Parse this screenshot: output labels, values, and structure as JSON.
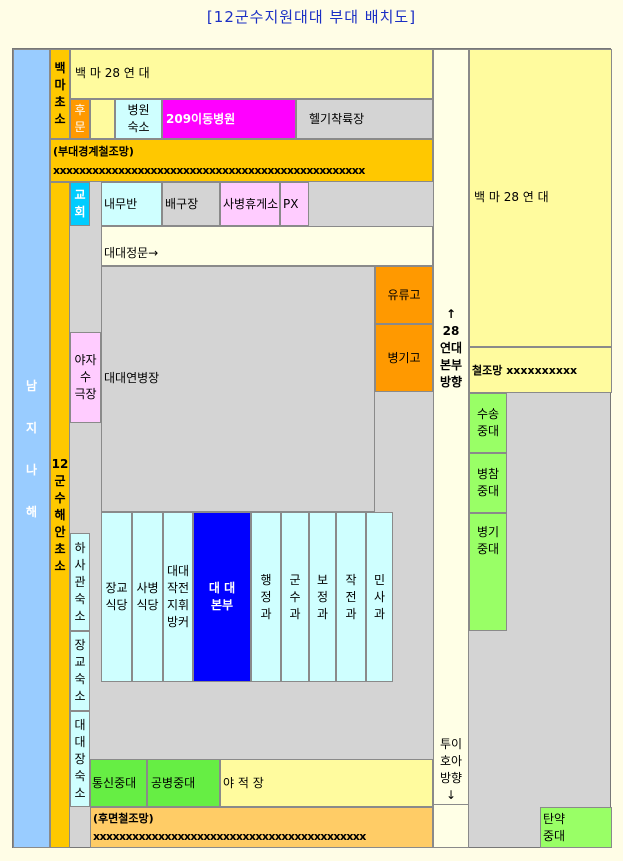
{
  "title": "[12군수지원대대 부대 배치도]",
  "colors": {
    "background": "#fffde6",
    "frame": "#d4d4d4",
    "title": "#1b2fc4",
    "yellow": "#fffb9e",
    "orange_yellow": "#ffc800",
    "light_yellow": "#ffffe6",
    "cyan": "#cfffff",
    "magenta": "#ff00ff",
    "pink": "#ffccff",
    "blue": "#0000ff",
    "orange": "#ff9900",
    "green": "#99ff66",
    "light_green": "#b8ff9a",
    "sky_blue": "#99ccff",
    "peach": "#ffcc66"
  },
  "areas": {
    "namjinahae": "남\n지\n나\n해",
    "baekma_post": "백\n마\n초\n소",
    "baekma_28_top": "백 마 28 연 대",
    "hummun": "후\n문",
    "hospital_quarters": "병원\n숙소",
    "mobile_hospital_209": "209이동병원",
    "heliport": "헬기착륙장",
    "perimeter_fence": "(부대경계철조망)",
    "fence_x_top": "xxxxxxxxxxxxxxxxxxxxxxxxxxxxxxxxxxxxxxxxxxxxxxxx",
    "coastal_post_12": "12\n군\n수\n해\n안\n초\n소",
    "church": "교\n회",
    "internal_affairs": "내무반",
    "volleyball": "배구장",
    "soldier_lounge": "사병휴게소",
    "px": "PX",
    "main_gate": "대대정문→",
    "oil_storage": "유류고",
    "weapons_storage": "병기고",
    "parade_ground": "대대연병장",
    "outdoor_theater": "야자\n수\n극장",
    "direction_hq": "↑\n28\n연대\n본부\n방향",
    "baekma_28_right": "백 마 28 연 대",
    "fence_right": "철조망 xxxxxxxxxx",
    "transport_co": "수송\n중대",
    "medical_co": "병참\n중대",
    "ordnance_co": "병기\n중대",
    "nco_quarters": "하\n사\n관\n숙\n소",
    "officer_mess": "장교\n식당",
    "soldier_mess": "사병\n식당",
    "command_bunker": "대대\n작전\n지휘\n방커",
    "battalion_hq": "대 대\n본부",
    "admin_section": "행\n정\n과",
    "logistics_section": "군\n수\n과",
    "security_section": "보\n정\n과",
    "operations_section": "작\n전\n과",
    "personnel_section": "민\n사\n과",
    "officer_quarters": "장\n교\n숙\n소",
    "bn_commander_quarters": "대\n대\n장\n숙\n소",
    "signal_co": "통신중대",
    "engineer_co": "공병중대",
    "storage_yard": "야 적 장",
    "direction_tuyhoa": "투이\n호아\n방향\n↓",
    "rear_fence": "(후면철조망)",
    "fence_x_bottom": "xxxxxxxxxxxxxxxxxxxxxxxxxxxxxxxxxxxxxxxxxx",
    "ammo_co": "탄약\n중대"
  }
}
